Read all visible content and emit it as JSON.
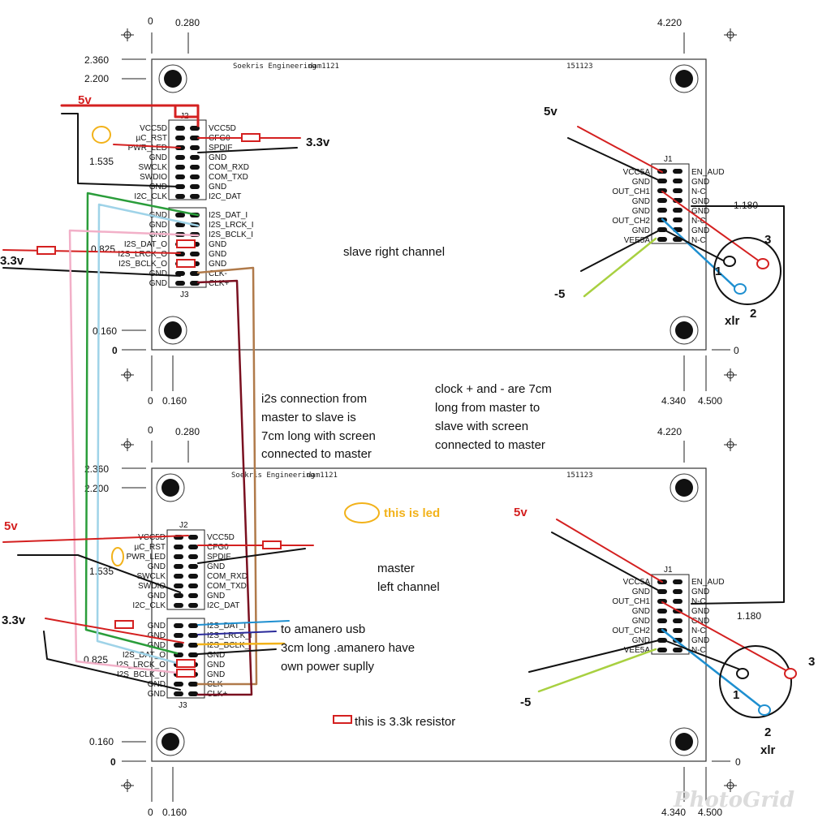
{
  "boards": {
    "slave": {
      "maker": "Soekris Engineering",
      "model": "dam1121",
      "code": "151123",
      "label_line1": "slave right channel",
      "dims": {
        "top_left_x0": "0",
        "top_left_x1": "0.280",
        "top_right": "4.220",
        "y_top1": "2.360",
        "y_top2": "2.200",
        "y_mid": "1.535",
        "y_low": "0.825",
        "y_bot": "0.160",
        "y_zero": "0",
        "y_zero_r": "0",
        "y_j1": "1.180",
        "bot_x0": "0",
        "bot_x1": "0.160",
        "bot_r1": "4.340",
        "bot_r2": "4.500"
      },
      "j2": {
        "name": "J2",
        "left": [
          "VCC5D",
          "µC_RST",
          "PWR_LED",
          "GND",
          "SWCLK",
          "SWDIO",
          "GND",
          "I2C_CLK"
        ],
        "right": [
          "VCC5D",
          "CFG0",
          "SPDIF",
          "GND",
          "COM_RXD",
          "COM_TXD",
          "GND",
          "I2C_DAT"
        ]
      },
      "j3": {
        "name": "J3",
        "left": [
          "GND",
          "GND",
          "GND",
          "I2S_DAT_O",
          "I2S_LRCK_O",
          "I2S_BCLK_O",
          "GND",
          "GND"
        ],
        "right": [
          "I2S_DAT_I",
          "I2S_LRCK_I",
          "I2S_BCLK_I",
          "GND",
          "GND",
          "GND",
          "CLK-",
          "CLK+"
        ]
      },
      "j1": {
        "name": "J1",
        "left": [
          "VCC5A",
          "GND",
          "OUT_CH1",
          "GND",
          "GND",
          "OUT_CH2",
          "GND",
          "VEE5A"
        ],
        "right": [
          "EN_AUD",
          "GND",
          "N-C",
          "GND",
          "GND",
          "N-C",
          "GND",
          "N-C"
        ]
      }
    },
    "master": {
      "maker": "Soekris Engineering",
      "model": "dam1121",
      "code": "151123",
      "label_line1": "master",
      "label_line2": "left channel",
      "dims": {
        "top_left_x0": "0",
        "top_left_x1": "0.280",
        "top_right": "4.220",
        "y_top1": "2.360",
        "y_top2": "2.200",
        "y_mid": "1.535",
        "y_low": "0.825",
        "y_bot": "0.160",
        "y_zero": "0",
        "y_zero_r": "0",
        "y_j1": "1.180",
        "bot_x0": "0",
        "bot_x1": "0.160",
        "bot_r1": "4.340",
        "bot_r2": "4.500"
      },
      "j2": {
        "name": "J2",
        "left": [
          "VCC5D",
          "µC_RST",
          "PWR_LED",
          "GND",
          "SWCLK",
          "SWDIO",
          "GND",
          "I2C_CLK"
        ],
        "right": [
          "VCC5D",
          "CFG0",
          "SPDIF",
          "GND",
          "COM_RXD",
          "COM_TXD",
          "GND",
          "I2C_DAT"
        ]
      },
      "j3": {
        "name": "J3",
        "left": [
          "GND",
          "GND",
          "GND",
          "I2S_DAT_O",
          "I2S_LRCK_O",
          "I2S_BCLK_O",
          "GND",
          "GND"
        ],
        "right": [
          "I2S_DAT_I",
          "I2S_LRCK_I",
          "I2S_BCLK_I",
          "GND",
          "GND",
          "GND",
          "CLK-",
          "CLK+"
        ]
      },
      "j1": {
        "name": "J1",
        "left": [
          "VCC5A",
          "GND",
          "OUT_CH1",
          "GND",
          "GND",
          "OUT_CH2",
          "GND",
          "VEE5A"
        ],
        "right": [
          "EN_AUD",
          "GND",
          "N-C",
          "GND",
          "GND",
          "N-C",
          "GND",
          "N-C"
        ]
      }
    }
  },
  "notes": {
    "i2s": [
      "i2s connection from",
      "master to slave is",
      "7cm long with screen",
      "connected to master"
    ],
    "clock": [
      "clock + and - are 7cm",
      "long from master to",
      "slave with screen",
      "connected to master"
    ],
    "amanero": [
      "to amanero usb",
      "3cm long .amanero have",
      "own power suplly"
    ],
    "led_legend": "this is led",
    "resistor_legend": "this is 3.3k resistor"
  },
  "labels": {
    "v5": "5v",
    "v33": "3.3v",
    "vneg5": "-5",
    "xlr": "xlr",
    "xlr_pin1": "1",
    "xlr_pin2": "2",
    "xlr_pin3": "3"
  },
  "watermark": "PhotoGrid",
  "colors": {
    "red": "#d42020",
    "black": "#111111",
    "green": "#2a9d3a",
    "lightblue": "#9fd3e8",
    "pink": "#f2b0c8",
    "brown": "#b07a4a",
    "maroon": "#7a1020",
    "blue": "#1e8fd0",
    "darkblue": "#2a2a9a",
    "yellow": "#f2b21a",
    "lime": "#a8d040"
  }
}
